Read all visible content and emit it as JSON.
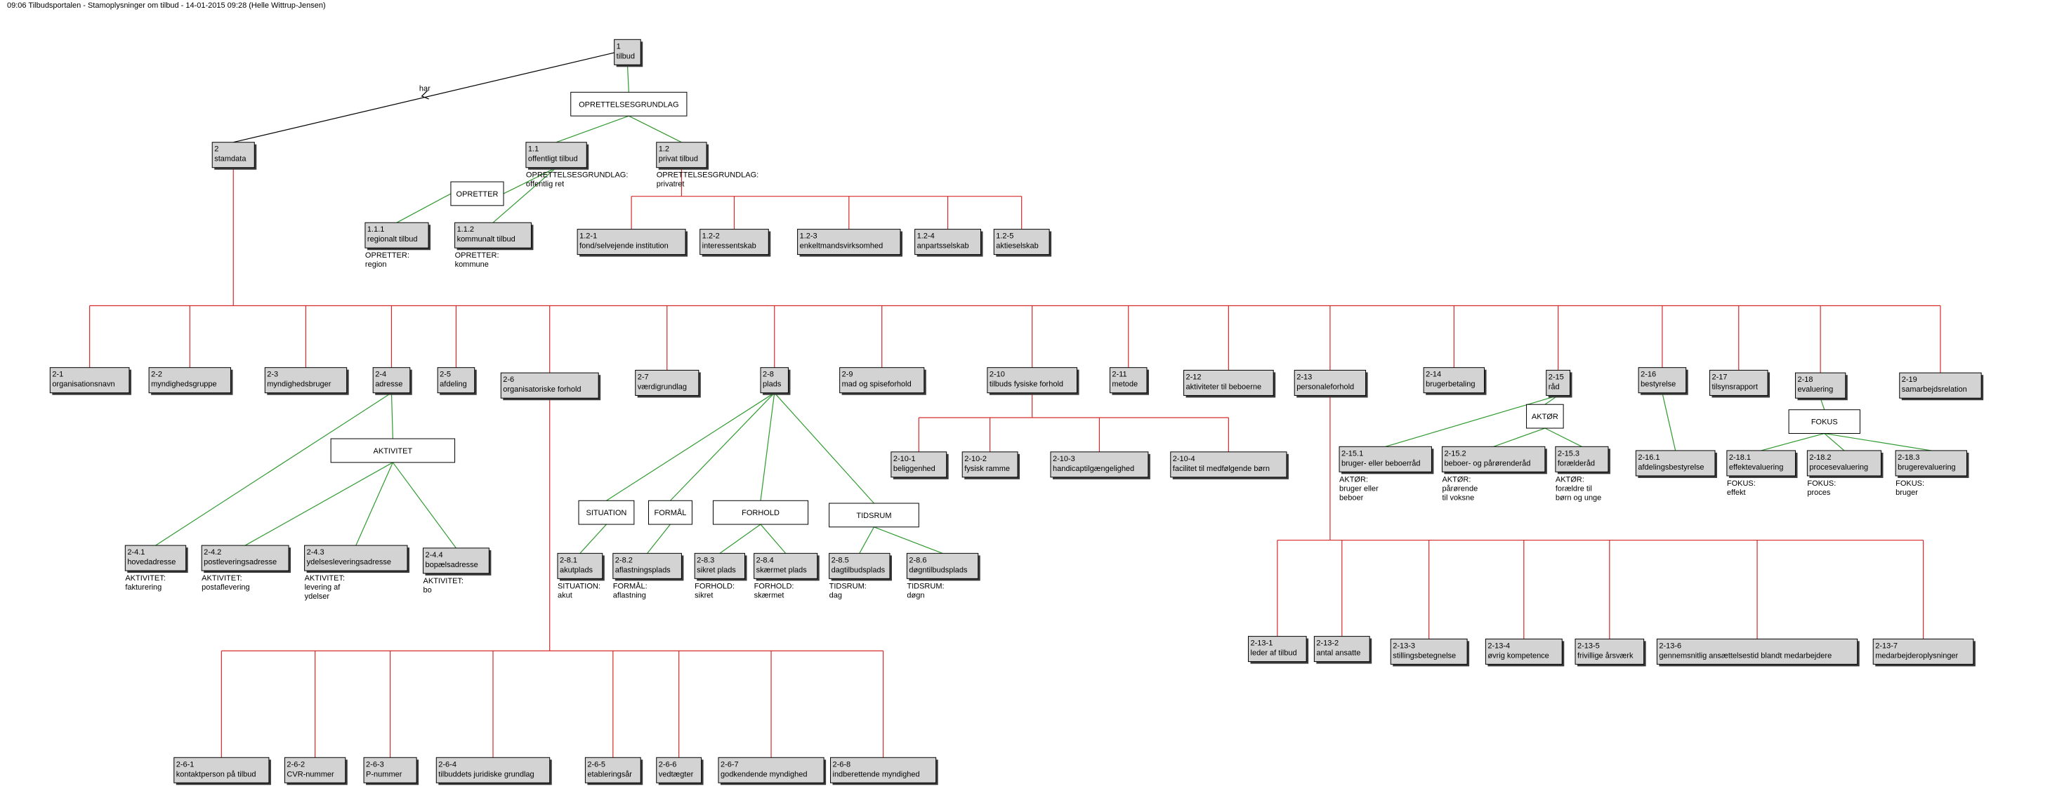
{
  "window": {
    "title": "09:06 Tilbudsportalen - Stamoplysninger om tilbud - 14-01-2015 09:28 (Helle Wittrup-Jensen)"
  },
  "colors": {
    "hierarchy": "#d42a2a",
    "qualifier": "#2f9a2f",
    "relation": "#000000",
    "node_fill": "#d3d3d3"
  },
  "edge_labels": {
    "har": "har"
  },
  "nodes": {
    "n1": {
      "code": "1",
      "label": "tilbud"
    },
    "n2": {
      "code": "2",
      "label": "stamdata"
    },
    "n1_1": {
      "code": "1.1",
      "label": "offentligt tilbud"
    },
    "n1_2": {
      "code": "1.2",
      "label": "privat tilbud"
    },
    "n1_1_1": {
      "code": "1.1.1",
      "label": "regionalt tilbud"
    },
    "n1_1_2": {
      "code": "1.1.2",
      "label": "kommunalt tilbud"
    },
    "n1_2_1": {
      "code": "1.2-1",
      "label": "fond/selvejende institution"
    },
    "n1_2_2": {
      "code": "1.2-2",
      "label": "interessentskab"
    },
    "n1_2_3": {
      "code": "1.2-3",
      "label": "enkeltmandsvirksomhed"
    },
    "n1_2_4": {
      "code": "1.2-4",
      "label": "anpartsselskab"
    },
    "n1_2_5": {
      "code": "1.2-5",
      "label": "aktieselskab"
    },
    "n2_1": {
      "code": "2-1",
      "label": "organisationsnavn"
    },
    "n2_2": {
      "code": "2-2",
      "label": "myndighedsgruppe"
    },
    "n2_3": {
      "code": "2-3",
      "label": "myndighedsbruger"
    },
    "n2_4": {
      "code": "2-4",
      "label": "adresse"
    },
    "n2_5": {
      "code": "2-5",
      "label": "afdeling"
    },
    "n2_6": {
      "code": "2-6",
      "label": "organisatoriske forhold"
    },
    "n2_7": {
      "code": "2-7",
      "label": "værdigrundlag"
    },
    "n2_8": {
      "code": "2-8",
      "label": "plads"
    },
    "n2_9": {
      "code": "2-9",
      "label": "mad og spiseforhold"
    },
    "n2_10": {
      "code": "2-10",
      "label": "tilbuds fysiske forhold"
    },
    "n2_11": {
      "code": "2-11",
      "label": "metode"
    },
    "n2_12": {
      "code": "2-12",
      "label": "aktiviteter til beboerne"
    },
    "n2_13": {
      "code": "2-13",
      "label": "personaleforhold"
    },
    "n2_14": {
      "code": "2-14",
      "label": "brugerbetaling"
    },
    "n2_15": {
      "code": "2-15",
      "label": "råd"
    },
    "n2_16": {
      "code": "2-16",
      "label": "bestyrelse"
    },
    "n2_17": {
      "code": "2-17",
      "label": "tilsynsrapport"
    },
    "n2_18": {
      "code": "2-18",
      "label": "evaluering"
    },
    "n2_19": {
      "code": "2-19",
      "label": "samarbejdsrelation"
    },
    "n2_4_1": {
      "code": "2-4.1",
      "label": "hovedadresse"
    },
    "n2_4_2": {
      "code": "2-4.2",
      "label": "postleveringsadresse"
    },
    "n2_4_3": {
      "code": "2-4.3",
      "label": "ydelsesleveringsadresse"
    },
    "n2_4_4": {
      "code": "2-4.4",
      "label": "bopælsadresse"
    },
    "n2_8_1": {
      "code": "2-8.1",
      "label": "akutplads"
    },
    "n2_8_2": {
      "code": "2-8.2",
      "label": "aflastningsplads"
    },
    "n2_8_3": {
      "code": "2-8.3",
      "label": "sikret plads"
    },
    "n2_8_4": {
      "code": "2-8.4",
      "label": "skærmet plads"
    },
    "n2_8_5": {
      "code": "2-8.5",
      "label": "dagtilbudsplads"
    },
    "n2_8_6": {
      "code": "2-8.6",
      "label": "døgntilbudsplads"
    },
    "n2_10_1": {
      "code": "2-10-1",
      "label": "beliggenhed"
    },
    "n2_10_2": {
      "code": "2-10-2",
      "label": "fysisk ramme"
    },
    "n2_10_3": {
      "code": "2-10-3",
      "label": "handicaptilgængelighed"
    },
    "n2_10_4": {
      "code": "2-10-4",
      "label": "facilitet til medfølgende børn"
    },
    "n2_15_1": {
      "code": "2-15.1",
      "label": "bruger- eller beboerråd"
    },
    "n2_15_2": {
      "code": "2-15.2",
      "label": "beboer- og pårørenderåd"
    },
    "n2_15_3": {
      "code": "2-15.3",
      "label": "forælderåd"
    },
    "n2_16_1": {
      "code": "2-16.1",
      "label": "afdelingsbestyrelse"
    },
    "n2_18_1": {
      "code": "2-18.1",
      "label": "effektevaluering"
    },
    "n2_18_2": {
      "code": "2-18.2",
      "label": "procesevaluering"
    },
    "n2_18_3": {
      "code": "2-18.3",
      "label": "brugerevaluering"
    },
    "n2_13_1": {
      "code": "2-13-1",
      "label": "leder af tilbud"
    },
    "n2_13_2": {
      "code": "2-13-2",
      "label": "antal ansatte"
    },
    "n2_13_3": {
      "code": "2-13-3",
      "label": "stillingsbetegnelse"
    },
    "n2_13_4": {
      "code": "2-13-4",
      "label": "øvrig kompetence"
    },
    "n2_13_5": {
      "code": "2-13-5",
      "label": "frivillige årsværk"
    },
    "n2_13_6": {
      "code": "2-13-6",
      "label": "gennemsnitlig ansættelsestid blandt medarbejdere"
    },
    "n2_13_7": {
      "code": "2-13-7",
      "label": "medarbejderoplysninger"
    },
    "n2_6_1": {
      "code": "2-6-1",
      "label": "kontaktperson på tilbud"
    },
    "n2_6_2": {
      "code": "2-6-2",
      "label": "CVR-nummer"
    },
    "n2_6_3": {
      "code": "2-6-3",
      "label": "P-nummer"
    },
    "n2_6_4": {
      "code": "2-6-4",
      "label": "tilbuddets juridiske grundlag"
    },
    "n2_6_5": {
      "code": "2-6-5",
      "label": "etableringsår"
    },
    "n2_6_6": {
      "code": "2-6-6",
      "label": "vedtægter"
    },
    "n2_6_7": {
      "code": "2-6-7",
      "label": "godkendende myndighed"
    },
    "n2_6_8": {
      "code": "2-6-8",
      "label": "indberettende myndighed"
    }
  },
  "qualifiers": {
    "q_opr": "OPRETTELSESGRUNDLAG",
    "q_opretter": "OPRETTER",
    "q_aktivitet": "AKTIVITET",
    "q_situation": "SITUATION",
    "q_formal": "FORMÅL",
    "q_forhold": "FORHOLD",
    "q_tidsrum": "TIDSRUM",
    "q_aktor": "AKTØR",
    "q_fokus": "FOKUS"
  },
  "notes": {
    "n1_1": [
      "OPRETTELSESGRUNDLAG:",
      "offentlig ret"
    ],
    "n1_2": [
      "OPRETTELSESGRUNDLAG:",
      "privatret"
    ],
    "n1_1_1": [
      "OPRETTER:",
      "region"
    ],
    "n1_1_2": [
      "OPRETTER:",
      "kommune"
    ],
    "n2_4_1": [
      "AKTIVITET:",
      "fakturering"
    ],
    "n2_4_2": [
      "AKTIVITET:",
      "postaflevering"
    ],
    "n2_4_3": [
      "AKTIVITET:",
      "levering af",
      "ydelser"
    ],
    "n2_4_4": [
      "AKTIVITET:",
      "bo"
    ],
    "n2_8_1": [
      "SITUATION:",
      "akut"
    ],
    "n2_8_2": [
      "FORMÅL:",
      "aflastning"
    ],
    "n2_8_3": [
      "FORHOLD:",
      "sikret"
    ],
    "n2_8_4": [
      "FORHOLD:",
      "skærmet"
    ],
    "n2_8_5": [
      "TIDSRUM:",
      "dag"
    ],
    "n2_8_6": [
      "TIDSRUM:",
      "døgn"
    ],
    "n2_15_1": [
      "AKTØR:",
      "bruger eller",
      "beboer"
    ],
    "n2_15_2": [
      "AKTØR:",
      "pårørende",
      "til voksne"
    ],
    "n2_15_3": [
      "AKTØR:",
      "forældre til",
      "børn og unge"
    ],
    "n2_18_1": [
      "FOKUS:",
      "effekt"
    ],
    "n2_18_2": [
      "FOKUS:",
      "proces"
    ],
    "n2_18_3": [
      "FOKUS:",
      "bruger"
    ]
  }
}
